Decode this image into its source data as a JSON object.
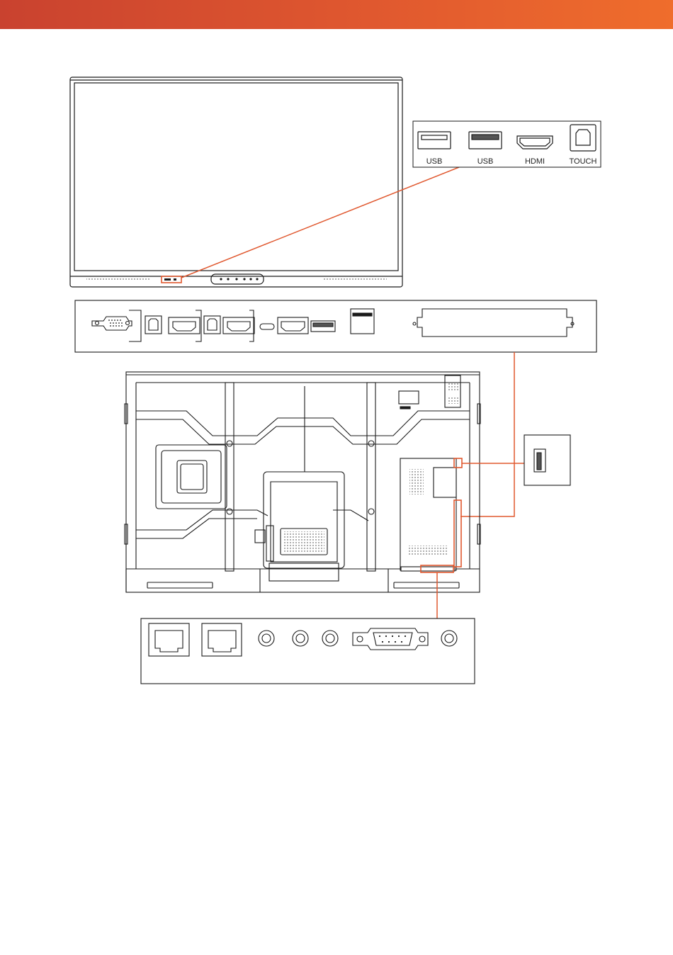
{
  "colors": {
    "header_gradient_start": "#c9422f",
    "header_gradient_end": "#ef6d2c",
    "callout": "#e0582f",
    "line": "#1a1a1a"
  },
  "front_port_labels": [
    "USB",
    "USB",
    "HDMI",
    "TOUCH"
  ],
  "icons": {
    "usb": "usb-a-port-icon",
    "hdmi": "hdmi-port-icon",
    "touch": "usb-b-port-icon",
    "vga": "vga-port-icon",
    "rj45": "rj45-port-icon",
    "audio": "audio-jack-icon",
    "rs232": "rs232-port-icon",
    "usbc": "usb-c-port-icon"
  }
}
